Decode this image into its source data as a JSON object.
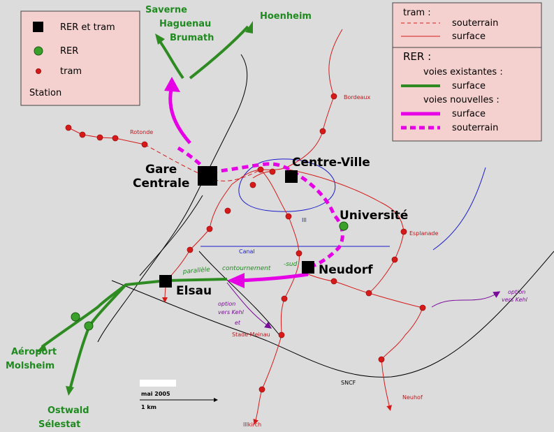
{
  "colors": {
    "background": "#dcdcdc",
    "legend_bg": "#f4d1cf",
    "tram": "#d61a1a",
    "rer_existing": "#2e8b22",
    "rer_new": "#e600e6",
    "water": "#1a1acc",
    "rail": "#000000",
    "option": "#7a0a9a",
    "label_red": "#c0151a",
    "label_green": "#1f8a1f"
  },
  "legend_left": {
    "items": [
      {
        "symbol": "square-black",
        "label": "RER et tram"
      },
      {
        "symbol": "circle-green",
        "label": "RER"
      },
      {
        "symbol": "dot-red",
        "label": "tram"
      }
    ],
    "footer": "Station"
  },
  "legend_right": {
    "tram_title": "tram :",
    "tram_underground": "souterrain",
    "tram_surface": "surface",
    "rer_title": "RER :",
    "existing_title": "voies existantes :",
    "existing_surface": "surface",
    "new_title": "voies nouvelles :",
    "new_surface": "surface",
    "new_underground": "souterrain"
  },
  "labels": {
    "gare_1": "Gare",
    "gare_2": "Centrale",
    "centre_ville": "Centre-Ville",
    "universite": "Université",
    "neudorf": "Neudorf",
    "elsau": "Elsau",
    "saverne": "Saverne",
    "haguenau": "Haguenau",
    "brumath": "Brumath",
    "hoenheim": "Hoenheim",
    "aeroport": "Aéroport",
    "molsheim": "Molsheim",
    "ostwald": "Ostwald",
    "selestat": "Sélestat",
    "rotonde": "Rotonde",
    "bordeaux": "Bordeaux",
    "esplanade": "Esplanade",
    "stade_meinau": "Stade Meinau",
    "neuhof": "Neuhof",
    "illkirch": "Illkirch",
    "canal": "Canal",
    "ill": "Ill",
    "sncf": "SNCF",
    "parallele": "parallèle",
    "contournement": "contournement",
    "sud": "-sud",
    "option_kehl_1a": "option",
    "option_kehl_1b": "vers Kehl",
    "option_kehl_2a": "option",
    "option_kehl_2b": "vers Kehl",
    "option_kehl_2c": "et",
    "scale_date": "mai 2005",
    "scale_distance": "1 km"
  }
}
